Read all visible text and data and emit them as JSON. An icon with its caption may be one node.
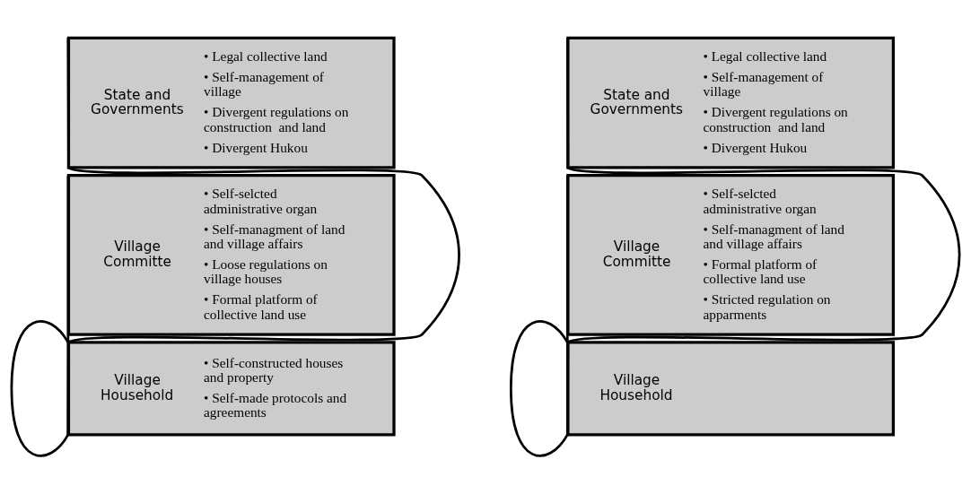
{
  "diagram": {
    "nodes": [
      {
        "text": [
          "State and Governments",
          "• Legal collective land",
          "• Self-management of village",
          "• Divergent regulations on construction  and land",
          "• Divergent Hukou"
        ]
      },
      {
        "text": [
          "Village Committe",
          "• Self-selcted administrative organ",
          "• Self-managment of land and village affairs",
          "• Loose regulations on village houses",
          "• Formal platform of collective land use"
        ]
      },
      {
        "text": [
          "Village Household",
          "• Self-constructed houses and property",
          "• Self-made protocols and agreements"
        ]
      },
      {
        "text": [
          "State and Governments",
          "• Legal collective land",
          "• Self-management of village",
          "• Divergent regulations on construction  and land",
          "• Divergent Hukou"
        ]
      },
      {
        "text": [
          "Village Committe",
          "• Self-selcted administrative organ",
          "• Self-managment of land and village affairs",
          "• Formal platform of collective land use",
          "• Stricted regulation on apparments"
        ]
      },
      {
        "text": [
          "Village Household"
        ]
      }
    ],
    "edges": [
      {
        "from": 0,
        "to": 2,
        "arrow": "none"
      },
      {
        "from": 1,
        "to": 2,
        "arrow": "none"
      },
      {
        "from": 2,
        "to": 2,
        "arrow": "none"
      },
      {
        "from": 3,
        "to": 5,
        "arrow": "none"
      },
      {
        "from": 4,
        "to": 5,
        "arrow": "none"
      },
      {
        "from": 5,
        "to": 5,
        "arrow": "none"
      }
    ]
  }
}
